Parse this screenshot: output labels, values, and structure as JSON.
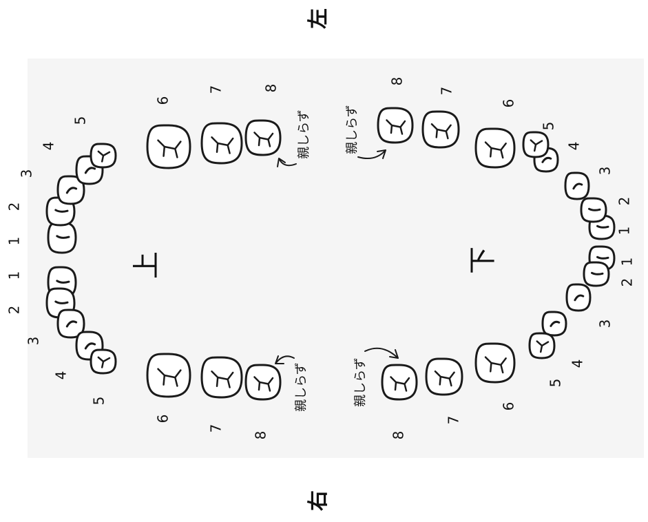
{
  "orientation": {
    "left": "左",
    "right": "右"
  },
  "upper_label": "上",
  "lower_label": "下",
  "wisdom_label": "親しらず",
  "tooth_numbers": [
    "1",
    "2",
    "3",
    "4",
    "5",
    "6",
    "7",
    "8"
  ],
  "colors": {
    "ink": "#1a1a1a",
    "paper": "#ffffff",
    "area": "#f4f4f4"
  }
}
